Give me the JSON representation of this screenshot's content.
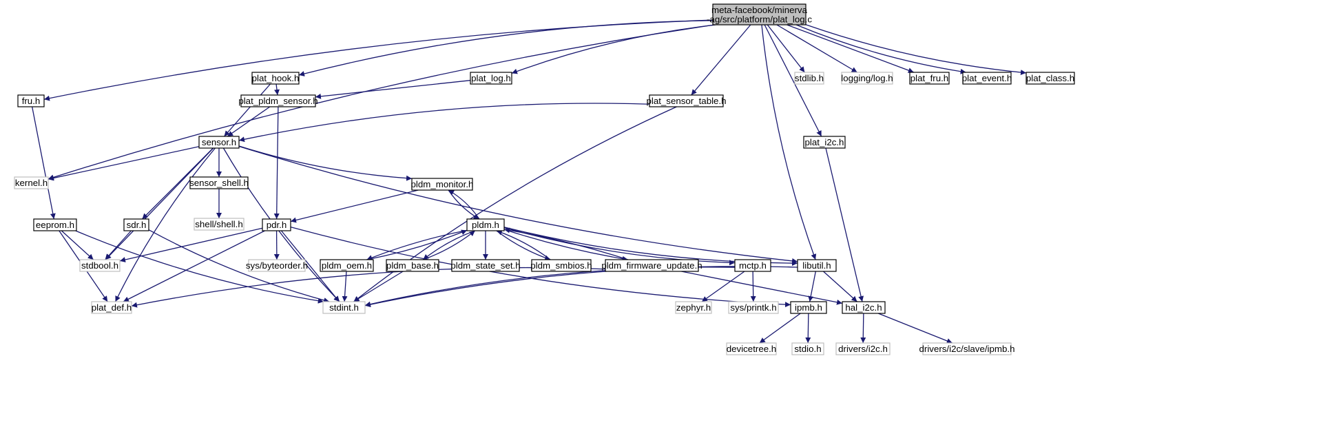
{
  "colors": {
    "edge": "#191970",
    "node_border": "#000000",
    "external_border": "#bfbfbf",
    "external_text": "#9c9c9c",
    "root_fill": "#bfbfbf",
    "node_fill": "#ffffff"
  },
  "nodes": [
    {
      "id": "root",
      "label": "meta-facebook/minerva\n-ag/src/platform/plat_log.c",
      "kind": "root"
    },
    {
      "id": "fru",
      "label": "fru.h",
      "kind": "local"
    },
    {
      "id": "kernel",
      "label": "kernel.h",
      "kind": "external"
    },
    {
      "id": "plat_hook",
      "label": "plat_hook.h",
      "kind": "local"
    },
    {
      "id": "plat_log",
      "label": "plat_log.h",
      "kind": "local"
    },
    {
      "id": "plat_pldm_sensor",
      "label": "plat_pldm_sensor.h",
      "kind": "local"
    },
    {
      "id": "plat_sensor_table",
      "label": "plat_sensor_table.h",
      "kind": "local"
    },
    {
      "id": "sensor",
      "label": "sensor.h",
      "kind": "local"
    },
    {
      "id": "stdlib",
      "label": "stdlib.h",
      "kind": "external"
    },
    {
      "id": "logging_log",
      "label": "logging/log.h",
      "kind": "external"
    },
    {
      "id": "plat_fru",
      "label": "plat_fru.h",
      "kind": "local"
    },
    {
      "id": "plat_event",
      "label": "plat_event.h",
      "kind": "local"
    },
    {
      "id": "plat_class",
      "label": "plat_class.h",
      "kind": "local"
    },
    {
      "id": "plat_i2c",
      "label": "plat_i2c.h",
      "kind": "local"
    },
    {
      "id": "sensor_shell",
      "label": "sensor_shell.h",
      "kind": "local"
    },
    {
      "id": "pldm_monitor",
      "label": "pldm_monitor.h",
      "kind": "local"
    },
    {
      "id": "shell_shell",
      "label": "shell/shell.h",
      "kind": "external"
    },
    {
      "id": "eeprom",
      "label": "eeprom.h",
      "kind": "local"
    },
    {
      "id": "sdr",
      "label": "sdr.h",
      "kind": "local"
    },
    {
      "id": "pdr",
      "label": "pdr.h",
      "kind": "local"
    },
    {
      "id": "pldm",
      "label": "pldm.h",
      "kind": "local"
    },
    {
      "id": "stdbool",
      "label": "stdbool.h",
      "kind": "external"
    },
    {
      "id": "sys_byteorder",
      "label": "sys/byteorder.h",
      "kind": "external"
    },
    {
      "id": "pldm_oem",
      "label": "pldm_oem.h",
      "kind": "local"
    },
    {
      "id": "pldm_base",
      "label": "pldm_base.h",
      "kind": "local"
    },
    {
      "id": "pldm_state_set",
      "label": "pldm_state_set.h",
      "kind": "local"
    },
    {
      "id": "pldm_smbios",
      "label": "pldm_smbios.h",
      "kind": "local"
    },
    {
      "id": "pldm_firmware_update",
      "label": "pldm_firmware_update.h",
      "kind": "local"
    },
    {
      "id": "mctp",
      "label": "mctp.h",
      "kind": "local"
    },
    {
      "id": "libutil",
      "label": "libutil.h",
      "kind": "local"
    },
    {
      "id": "plat_def",
      "label": "plat_def.h",
      "kind": "external"
    },
    {
      "id": "stdint",
      "label": "stdint.h",
      "kind": "external"
    },
    {
      "id": "zephyr",
      "label": "zephyr.h",
      "kind": "external"
    },
    {
      "id": "sys_printk",
      "label": "sys/printk.h",
      "kind": "external"
    },
    {
      "id": "ipmb",
      "label": "ipmb.h",
      "kind": "local"
    },
    {
      "id": "hal_i2c",
      "label": "hal_i2c.h",
      "kind": "local"
    },
    {
      "id": "devicetree",
      "label": "devicetree.h",
      "kind": "external"
    },
    {
      "id": "stdio",
      "label": "stdio.h",
      "kind": "external"
    },
    {
      "id": "drivers_i2c",
      "label": "drivers/i2c.h",
      "kind": "external"
    },
    {
      "id": "drivers_i2c_slave_ipmb",
      "label": "drivers/i2c/slave/ipmb.h",
      "kind": "external"
    }
  ],
  "edges": [
    [
      "root",
      "fru"
    ],
    [
      "root",
      "kernel"
    ],
    [
      "root",
      "plat_hook"
    ],
    [
      "root",
      "plat_log"
    ],
    [
      "root",
      "plat_sensor_table"
    ],
    [
      "root",
      "libutil"
    ],
    [
      "root",
      "plat_i2c"
    ],
    [
      "root",
      "stdlib"
    ],
    [
      "root",
      "logging_log"
    ],
    [
      "root",
      "plat_fru"
    ],
    [
      "root",
      "plat_event"
    ],
    [
      "root",
      "plat_class"
    ],
    [
      "fru",
      "eeprom"
    ],
    [
      "plat_hook",
      "plat_pldm_sensor"
    ],
    [
      "plat_hook",
      "sensor"
    ],
    [
      "plat_log",
      "plat_pldm_sensor"
    ],
    [
      "plat_pldm_sensor",
      "sensor"
    ],
    [
      "plat_pldm_sensor",
      "pdr"
    ],
    [
      "plat_sensor_table",
      "sensor"
    ],
    [
      "plat_sensor_table",
      "stdint"
    ],
    [
      "plat_i2c",
      "hal_i2c"
    ],
    [
      "sensor",
      "kernel"
    ],
    [
      "sensor",
      "plat_def"
    ],
    [
      "sensor",
      "stdbool"
    ],
    [
      "sensor",
      "sdr"
    ],
    [
      "sensor",
      "stdint"
    ],
    [
      "sensor",
      "sensor_shell"
    ],
    [
      "sensor",
      "pldm_monitor"
    ],
    [
      "sensor",
      "libutil"
    ],
    [
      "sensor_shell",
      "shell_shell"
    ],
    [
      "pldm_monitor",
      "pdr"
    ],
    [
      "pldm_monitor",
      "pldm"
    ],
    [
      "pldm",
      "pldm_monitor"
    ],
    [
      "eeprom",
      "stdbool"
    ],
    [
      "eeprom",
      "plat_def"
    ],
    [
      "eeprom",
      "stdint"
    ],
    [
      "sdr",
      "stdbool"
    ],
    [
      "sdr",
      "stdint"
    ],
    [
      "pdr",
      "stdbool"
    ],
    [
      "pdr",
      "plat_def"
    ],
    [
      "pdr",
      "stdint"
    ],
    [
      "pdr",
      "sys_byteorder"
    ],
    [
      "pdr",
      "ipmb"
    ],
    [
      "pldm",
      "pldm_oem"
    ],
    [
      "pldm",
      "pldm_base"
    ],
    [
      "pldm",
      "pldm_state_set"
    ],
    [
      "pldm",
      "pldm_smbios"
    ],
    [
      "pldm",
      "pldm_firmware_update"
    ],
    [
      "pldm",
      "mctp"
    ],
    [
      "pldm",
      "libutil"
    ],
    [
      "pldm_oem",
      "pldm"
    ],
    [
      "pldm_base",
      "pldm"
    ],
    [
      "pldm_smbios",
      "pldm"
    ],
    [
      "pldm_firmware_update",
      "pldm"
    ],
    [
      "pldm_oem",
      "stdint"
    ],
    [
      "pldm_base",
      "stdint"
    ],
    [
      "pldm_firmware_update",
      "plat_def"
    ],
    [
      "pldm_firmware_update",
      "hal_i2c"
    ],
    [
      "mctp",
      "stdint"
    ],
    [
      "mctp",
      "zephyr"
    ],
    [
      "mctp",
      "sys_printk"
    ],
    [
      "libutil",
      "stdint"
    ],
    [
      "libutil",
      "ipmb"
    ],
    [
      "libutil",
      "hal_i2c"
    ],
    [
      "ipmb",
      "devicetree"
    ],
    [
      "ipmb",
      "stdio"
    ],
    [
      "hal_i2c",
      "drivers_i2c"
    ],
    [
      "hal_i2c",
      "drivers_i2c_slave_ipmb"
    ]
  ]
}
